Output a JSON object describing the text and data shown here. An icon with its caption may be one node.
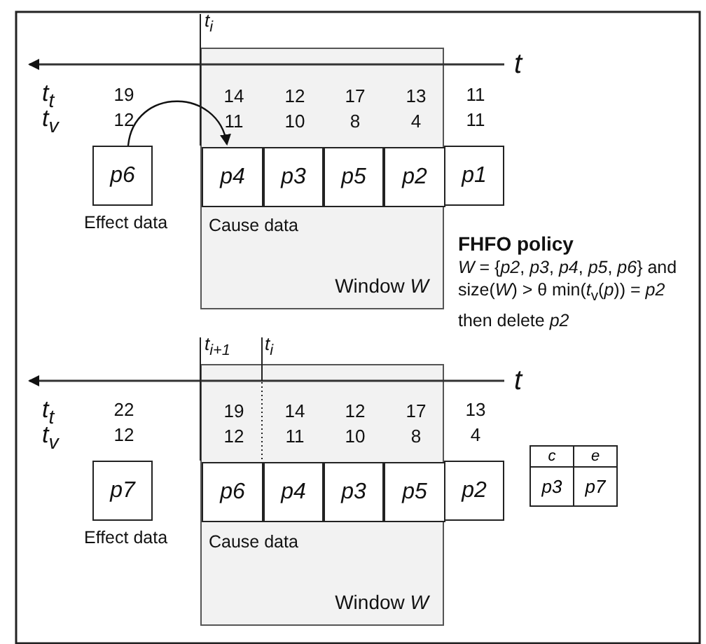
{
  "diagram": {
    "nodes": [
      {
        "text": [
          "Cause data",
          "Window *W*"
        ]
      },
      {
        "text": [
          "p6"
        ],
        "beside": [
          "19",
          "12",
          "Effect data"
        ]
      },
      {
        "text": [
          "p4"
        ],
        "in": 0,
        "beside": [
          "14",
          "11"
        ]
      },
      {
        "text": [
          "p3"
        ],
        "in": 0,
        "beside": [
          "12",
          "10"
        ]
      },
      {
        "text": [
          "p5"
        ],
        "in": 0,
        "beside": [
          "17",
          "8"
        ]
      },
      {
        "text": [
          "p2"
        ],
        "in": 0,
        "beside": [
          "13",
          "4"
        ]
      },
      {
        "text": [
          "p1"
        ],
        "beside": [
          "11",
          "11"
        ]
      },
      {
        "text": [
          "Cause data",
          "Window *W*"
        ]
      },
      {
        "text": [
          "p7"
        ],
        "beside": [
          "22",
          "12",
          "Effect data"
        ]
      },
      {
        "text": [
          "p6"
        ],
        "in": 7,
        "beside": [
          "19",
          "12"
        ]
      },
      {
        "text": [
          "p4"
        ],
        "in": 7,
        "beside": [
          "14",
          "11"
        ]
      },
      {
        "text": [
          "p3"
        ],
        "in": 7,
        "beside": [
          "12",
          "10"
        ]
      },
      {
        "text": [
          "p5"
        ],
        "in": 7,
        "beside": [
          "17",
          "8"
        ]
      },
      {
        "text": [
          "p2"
        ],
        "beside": [
          "13",
          "4"
        ]
      }
    ],
    "edges": [
      {
        "from": 1,
        "to": 2,
        "arrow": "to"
      }
    ],
    "labels": [
      "t$_{i}$",
      "t",
      "t$_{t}$",
      "t$_{v}$",
      "FHFO policy",
      "*W* = {*p2*, *p3*, *p4*, *p5*, *p6*} and size(*W*) > θ min(*t*$_{v}$(*p*)) = *p2* then delete *p2*",
      "t$_{i+1}$",
      "t$_{i}$",
      "t",
      "t$_{t}$",
      "t$_{v}$",
      "c",
      "e",
      "p3",
      "p7"
    ]
  }
}
